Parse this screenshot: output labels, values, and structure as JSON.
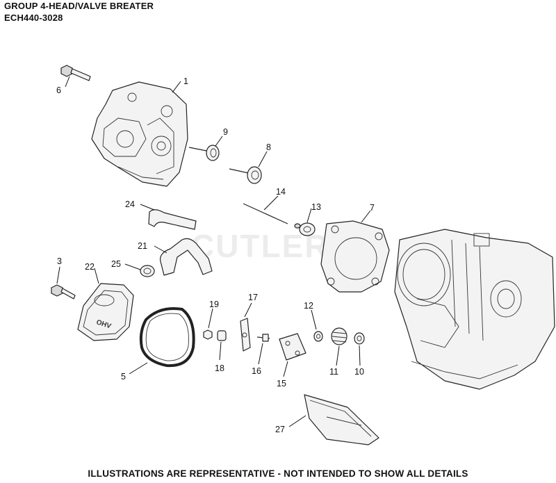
{
  "header": {
    "group_title": "GROUP 4-HEAD/VALVE BREATER",
    "model": "ECH440-3028"
  },
  "footer": {
    "disclaimer": "ILLUSTRATIONS ARE REPRESENTATIVE - NOT INTENDED TO SHOW ALL DETAILS"
  },
  "watermark": "CUTLER'S",
  "valve_cover_emboss": "OHV",
  "callouts": {
    "c1": "1",
    "c3": "3",
    "c5": "5",
    "c6": "6",
    "c7": "7",
    "c8": "8",
    "c9": "9",
    "c10": "10",
    "c11": "11",
    "c12": "12",
    "c13": "13",
    "c14": "14",
    "c15": "15",
    "c16": "16",
    "c17": "17",
    "c18": "18",
    "c19": "19",
    "c21": "21",
    "c22": "22",
    "c24": "24",
    "c25": "25",
    "c27": "27"
  }
}
